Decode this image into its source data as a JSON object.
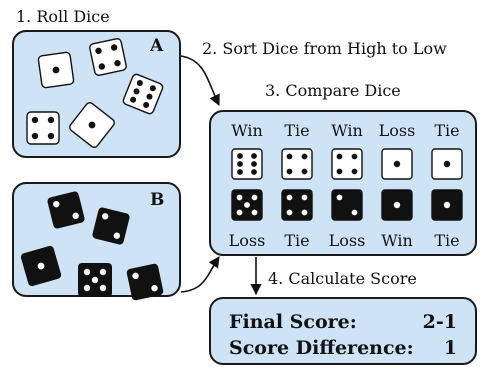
{
  "steps": {
    "roll": "1. Roll Dice",
    "sort": "2. Sort Dice from High to Low",
    "compare": "3. Compare Dice",
    "calc": "4. Calculate Score"
  },
  "players": {
    "a": "A",
    "b": "B"
  },
  "compare": {
    "top_results": [
      "Win",
      "Tie",
      "Win",
      "Loss",
      "Tie"
    ],
    "bottom_results": [
      "Loss",
      "Tie",
      "Loss",
      "Win",
      "Tie"
    ],
    "a_sorted": [
      6,
      4,
      4,
      1,
      1
    ],
    "b_sorted": [
      5,
      4,
      2,
      1,
      1
    ]
  },
  "score": {
    "final_label": "Final Score:",
    "final_value": "2-1",
    "diff_label": "Score Difference:",
    "diff_value": "1"
  }
}
